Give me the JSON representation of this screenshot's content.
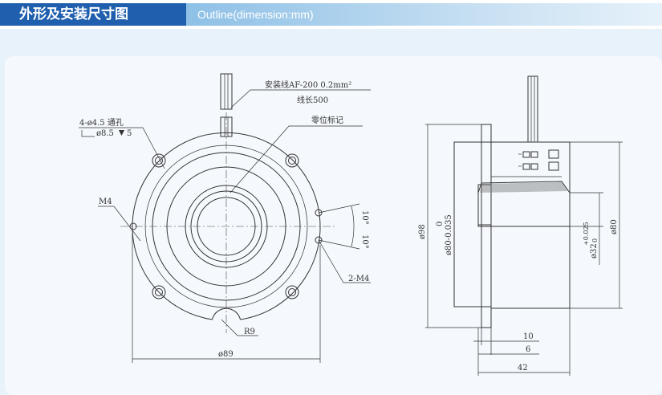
{
  "header": {
    "title_cn": "外形及安装尺寸图",
    "title_en": "Outline(dimension:mm)"
  },
  "front_view": {
    "wire_label": "安装线AF-200  0.2mm²",
    "wire_length": "线长500",
    "zero_mark": "零位标记",
    "holes": "4-ø4.5 通孔",
    "counterbore": "ø8.5",
    "counterbore_depth": "5",
    "m4_left": "M4",
    "angle_top": "10°",
    "angle_bottom": "10°",
    "m4_right": "2-M4",
    "radius": "R9",
    "diameter": "ø89"
  },
  "side_view": {
    "outer_dia": "ø98",
    "spigot_dia": "ø80-0.035",
    "spigot_tol_top": "0",
    "bore_dia": "ø32",
    "bore_tol_top": "+0.025",
    "bore_tol_bottom": "0",
    "right_dia": "ø80",
    "dim_10": "10",
    "dim_6": "6",
    "dim_42": "42"
  },
  "colors": {
    "title_bg": "#1f5fae",
    "page_bg": "#e8f2fa",
    "panel_bg": "#f5f9fd",
    "line": "#333333"
  }
}
